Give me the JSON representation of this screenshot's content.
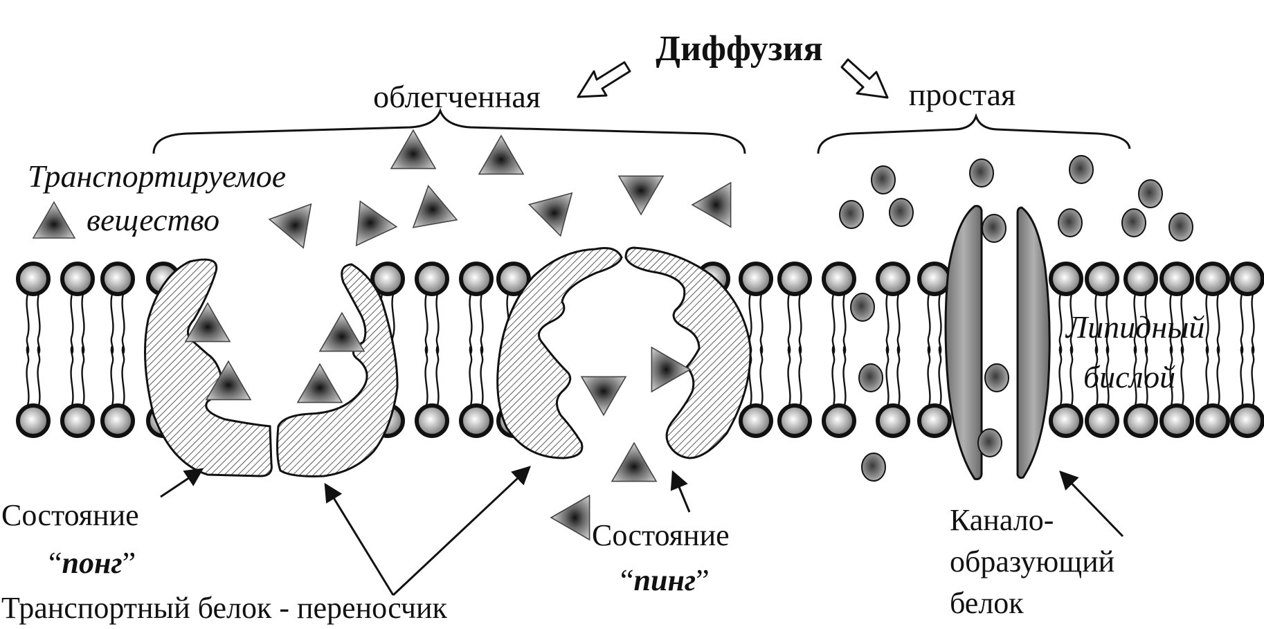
{
  "title": "Диффузия",
  "branches": {
    "facilitated": "облегченная",
    "simple": "простая"
  },
  "substance": {
    "line1": "Транспортируемое",
    "line2": "вещество"
  },
  "bilayer": {
    "line1": "Липидный",
    "line2": "бислой"
  },
  "pong_state": {
    "line1": "Состояние",
    "open_quote": "“",
    "word": "понг",
    "close_quote": "”"
  },
  "ping_state": {
    "line1": "Состояние",
    "open_quote": "“",
    "word": "пинг",
    "close_quote": "”"
  },
  "carrier": "Транспортный белок - переносчик",
  "channel": {
    "line1": "Канало-",
    "line2": "образующий",
    "line3": "белок"
  },
  "colors": {
    "ink": "#111111",
    "membrane_head": "#9a9a9a",
    "channel_protein": "#8e8e8e",
    "molecule": "#8a8a8a"
  }
}
